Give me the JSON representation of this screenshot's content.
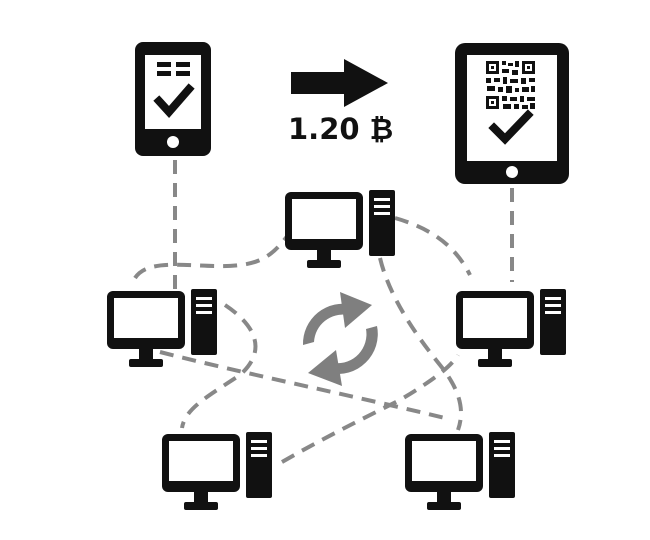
{
  "transaction": {
    "amount_text": "1.20 ₿",
    "direction": "sender-to-receiver"
  },
  "devices": {
    "sender": {
      "type": "smartphone",
      "screen_icon": "checkmark-icon"
    },
    "receiver": {
      "type": "tablet",
      "screen_icon": "qr-code-icon"
    }
  },
  "network": {
    "nodes": [
      "desktop-computer",
      "desktop-computer",
      "desktop-computer",
      "desktop-computer",
      "desktop-computer"
    ],
    "sync_icon": "sync-arrows-icon",
    "link_style": "dashed"
  },
  "colors": {
    "ink": "#111111",
    "link": "#888888",
    "sync": "#7f7f7f",
    "screen": "#ffffff"
  }
}
